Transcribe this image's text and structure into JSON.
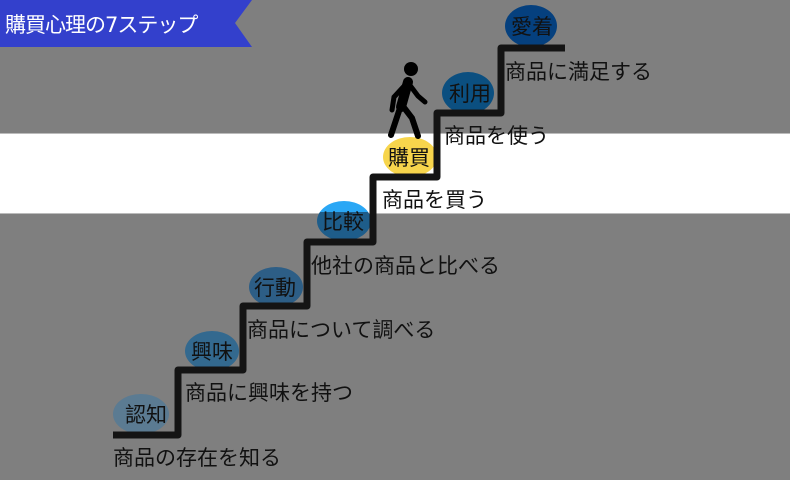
{
  "title": "購買心理の7ステップ",
  "steps": [
    {
      "label": "認知",
      "description": "商品の存在を知る",
      "color": "#5b7b92"
    },
    {
      "label": "興味",
      "description": "商品に興味を持つ",
      "color": "#33698f"
    },
    {
      "label": "行動",
      "description": "商品について調べる",
      "color": "#2d5e86"
    },
    {
      "label": "比較",
      "description": "他社の商品と比べる",
      "color": "#1e5d8a"
    },
    {
      "label": "購買",
      "description": "商品を買う",
      "color": "#f7d54c"
    },
    {
      "label": "利用",
      "description": "商品を使う",
      "color": "#0b4f80"
    },
    {
      "label": "愛着",
      "description": "商品に満足する",
      "color": "#05407e"
    }
  ]
}
